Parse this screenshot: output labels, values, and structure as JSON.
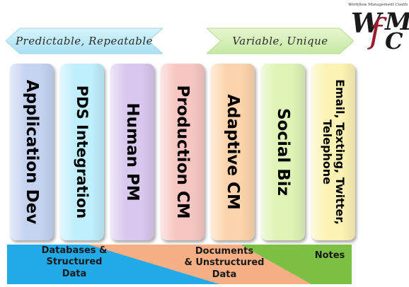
{
  "arrows": {
    "left": "Predictable, Repeatable",
    "right": "Variable, Unique"
  },
  "logo": {
    "caption": "Workflow Management Coalition",
    "w": "W",
    "f": "f",
    "m": "M",
    "c": "C"
  },
  "columns": [
    {
      "label": "Application Dev",
      "color": "#c5d3f0"
    },
    {
      "label": "PDS Integration",
      "color": "#bfeefc"
    },
    {
      "label": "Human PM",
      "color": "#d9c8ee"
    },
    {
      "label": "Production CM",
      "color": "#f7c6c2"
    },
    {
      "label": "Adaptive CM",
      "color": "#fbd4ad"
    },
    {
      "label": "Social Biz",
      "color": "#dff3b6"
    },
    {
      "label": "Email, Texting, Twitter, Telephone",
      "color": "#fbf2b3"
    }
  ],
  "band": {
    "databases": "Databases  &\nStructured\nData",
    "documents": "Documents\n& Unstructured\nData",
    "notes": "Notes",
    "colors": {
      "blue": "#21a9e8",
      "orange": "#f6ae84",
      "green": "#7bc043"
    }
  }
}
